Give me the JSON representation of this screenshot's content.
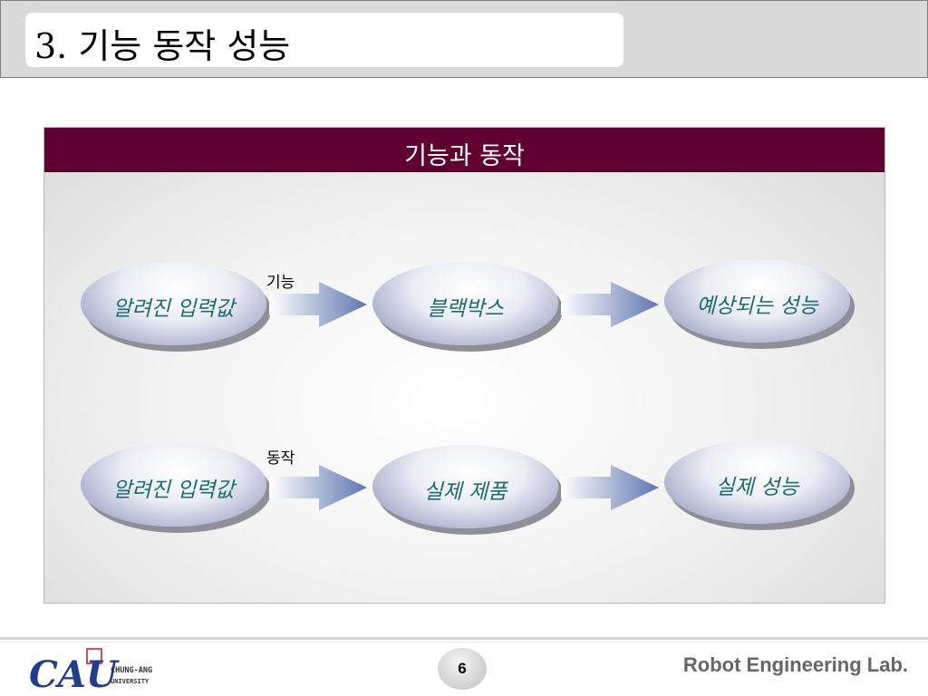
{
  "header": {
    "title": "3. 기능 동작 성능"
  },
  "panel": {
    "title": "기능과 동작"
  },
  "rows": [
    {
      "connector_label": "기능",
      "nodes": [
        "알려진 입력값",
        "블랙박스",
        "예상되는 성능"
      ]
    },
    {
      "connector_label": "동작",
      "nodes": [
        "알려진 입력값",
        "실제 제품",
        "실제 성능"
      ]
    }
  ],
  "footer": {
    "logo_main": "CAU",
    "logo_line1": "CHUNG-ANG",
    "logo_line2": "UNIVERSITY",
    "page_number": "6",
    "lab_name": "Robot Engineering Lab."
  },
  "colors": {
    "panel_header": "#600030",
    "node_text": "#1b6a72",
    "logo_blue": "#1f3e8c"
  }
}
